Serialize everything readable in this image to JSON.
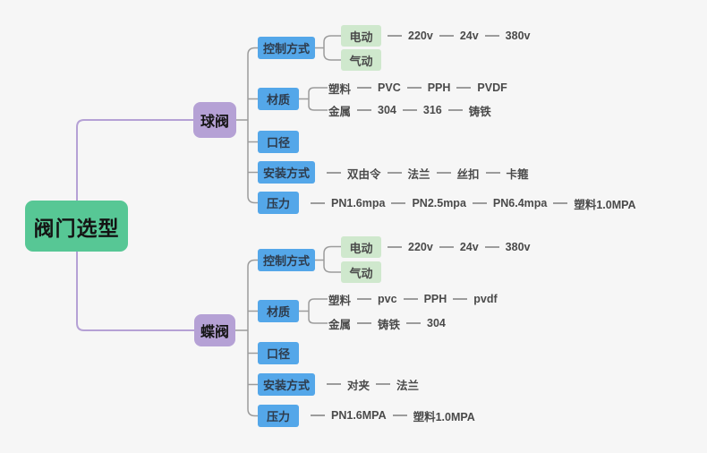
{
  "colors": {
    "background": "#f6f6f6",
    "root_fill": "#57c795",
    "branch_fill": "#b5a1d5",
    "category_fill": "#54a7e9",
    "leaf_fill": "#cfe8cd",
    "line_gray": "#9c9c9c",
    "line_purple": "#b5a1d5"
  },
  "root": {
    "label": "阀门选型"
  },
  "branches": [
    {
      "label": "球阀",
      "categories": [
        {
          "label": "控制方式",
          "children": [
            {
              "label": "电动",
              "chain": [
                "220v",
                "24v",
                "380v"
              ]
            },
            {
              "label": "气动",
              "chain": []
            }
          ]
        },
        {
          "label": "材质",
          "children": [
            {
              "label": "塑料",
              "chain": [
                "PVC",
                "PPH",
                "PVDF"
              ]
            },
            {
              "label": "金属",
              "chain": [
                "304",
                "316",
                "铸铁"
              ]
            }
          ]
        },
        {
          "label": "口径",
          "children": []
        },
        {
          "label": "安装方式",
          "chain": [
            "双由令",
            "法兰",
            "丝扣",
            "卡箍"
          ]
        },
        {
          "label": "压力",
          "chain": [
            "PN1.6mpa",
            "PN2.5mpa",
            "PN6.4mpa",
            "塑料1.0MPA"
          ]
        }
      ]
    },
    {
      "label": "蝶阀",
      "categories": [
        {
          "label": "控制方式",
          "children": [
            {
              "label": "电动",
              "chain": [
                "220v",
                "24v",
                "380v"
              ]
            },
            {
              "label": "气动",
              "chain": []
            }
          ]
        },
        {
          "label": "材质",
          "children": [
            {
              "label": "塑料",
              "chain": [
                "pvc",
                "PPH",
                "pvdf"
              ]
            },
            {
              "label": "金属",
              "chain": [
                "铸铁",
                "304"
              ]
            }
          ]
        },
        {
          "label": "口径",
          "children": []
        },
        {
          "label": "安装方式",
          "chain": [
            "对夹",
            "法兰"
          ]
        },
        {
          "label": "压力",
          "chain": [
            "PN1.6MPA",
            "塑料1.0MPA"
          ]
        }
      ]
    }
  ]
}
